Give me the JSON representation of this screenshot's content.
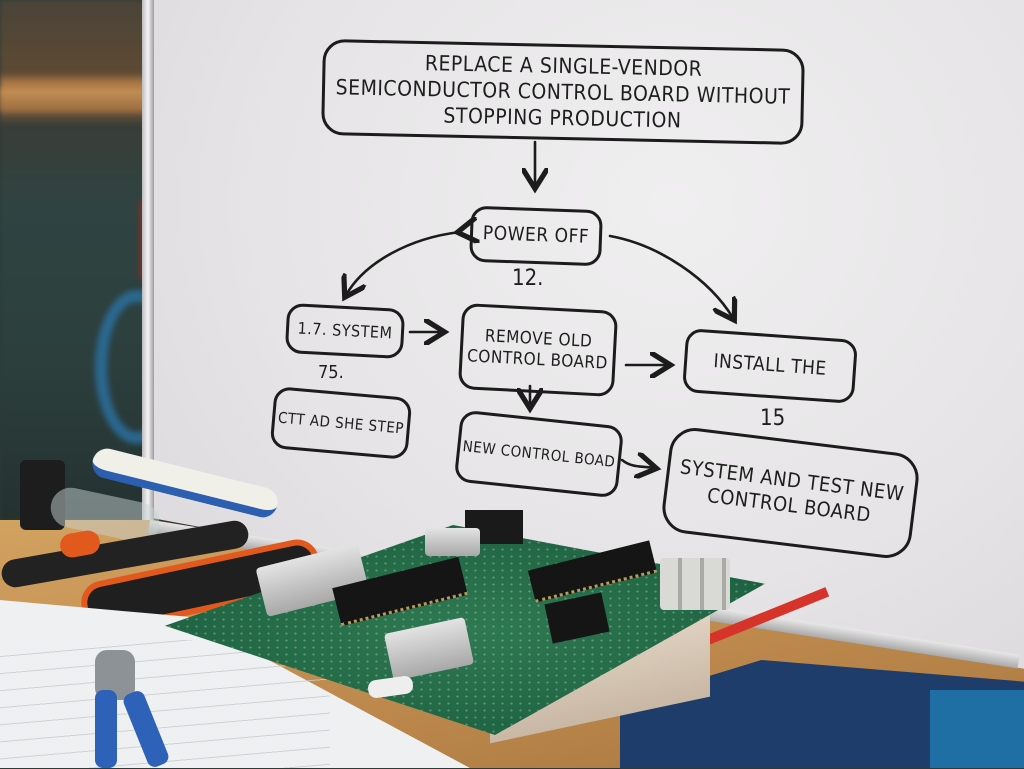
{
  "scene": {
    "description": "Whiteboard with handwritten flowchart above a workbench with a green PCB control board, pliers, screwdriver, wire cutters and printed documents",
    "colors": {
      "whiteboard": "#e9e8ea",
      "ink": "#1c1c1c",
      "pcb_green": "#1f6443",
      "desk_wood": "#c18c4f",
      "plier_orange": "#e2591d",
      "crate_navy": "#1f3d6a",
      "crate_red": "#d6332b",
      "crate_blue": "#1f6ea4"
    }
  },
  "flowchart": {
    "title": "REPLACE A SINGLE-VENDOR SEMICONDUCTOR CONTROL BOARD WITHOUT STOPPING PRODUCTION",
    "nodes": {
      "power_off": "POWER OFF",
      "system": "1.7. SYSTEM",
      "remove": "REMOVE OLD CONTROL BOARD",
      "install": "INSTALL THE",
      "stop_step": "CTT AD SHE STEP",
      "new_board": "NEW CONTROL BOAD",
      "test": "SYSTEM AND TEST NEW CONTROL BOARD"
    },
    "labels": {
      "step_12": "12.",
      "step_75": "75.",
      "step_15": "15"
    },
    "edges": [
      {
        "from": "title",
        "to": "power_off"
      },
      {
        "from": "power_off",
        "to": "system",
        "bidirectional": true
      },
      {
        "from": "power_off",
        "to": "install"
      },
      {
        "from": "system",
        "to": "remove"
      },
      {
        "from": "remove",
        "to": "install"
      },
      {
        "from": "remove",
        "to": "new_board"
      },
      {
        "from": "new_board",
        "to": "test"
      }
    ]
  }
}
